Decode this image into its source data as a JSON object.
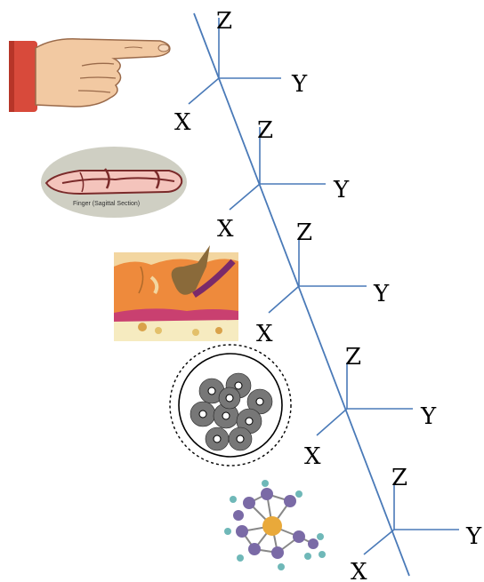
{
  "colors": {
    "axis_line": "#4a7ab8",
    "skin": "#f2c9a2",
    "sleeve": "#d84a3b",
    "tissue_orange": "#ee8a3c",
    "atom_purple": "#7a6aa6",
    "atom_gold": "#e9a93a",
    "atom_teal": "#6fb8b8"
  },
  "frames": [
    {
      "x_label": "X",
      "y_label": "Y",
      "z_label": "Z"
    },
    {
      "x_label": "X",
      "y_label": "Y",
      "z_label": "Z"
    },
    {
      "x_label": "X",
      "y_label": "Y",
      "z_label": "Z"
    },
    {
      "x_label": "X",
      "y_label": "Y",
      "z_label": "Z"
    },
    {
      "x_label": "X",
      "y_label": "Y",
      "z_label": "Z"
    }
  ],
  "images": [
    {
      "icon": "pointing-hand-icon"
    },
    {
      "icon": "finger-sagittal-section-icon",
      "caption": "Finger (Sagittal Section)"
    },
    {
      "icon": "skin-tissue-cross-section-icon"
    },
    {
      "icon": "cell-cluster-icon"
    },
    {
      "icon": "molecule-icon"
    }
  ]
}
